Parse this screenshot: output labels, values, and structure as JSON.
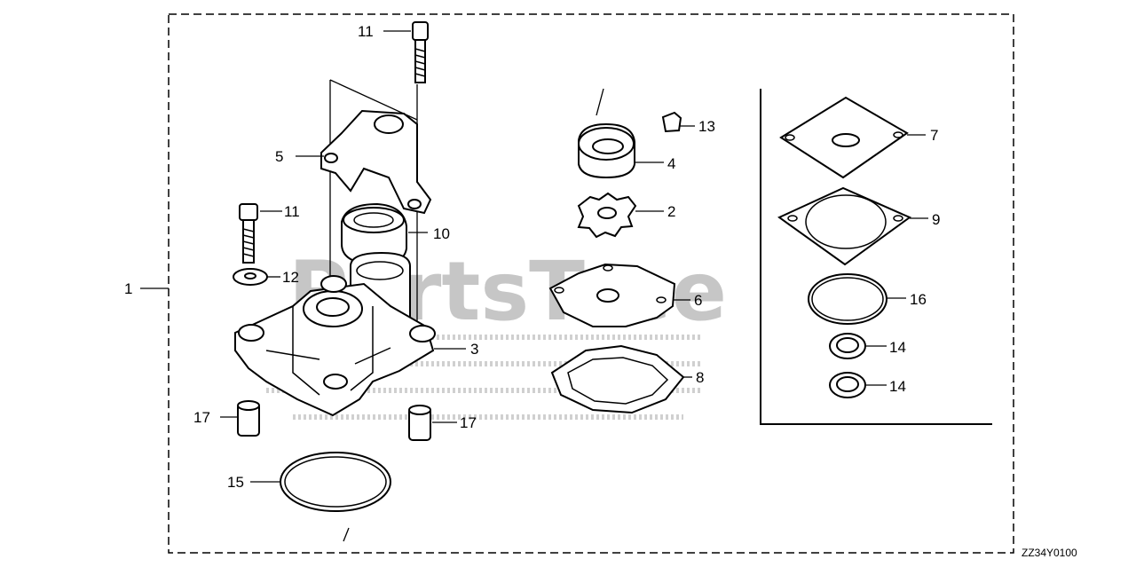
{
  "diagram_code": "ZZ34Y0100",
  "watermark": "PartsTree",
  "callouts": {
    "p1": "1",
    "p2": "2",
    "p3": "3",
    "p4": "4",
    "p5": "5",
    "p6": "6",
    "p7": "7",
    "p8": "8",
    "p9": "9",
    "p10": "10",
    "p11a": "11",
    "p11b": "11",
    "p12": "12",
    "p13": "13",
    "p14a": "14",
    "p14b": "14",
    "p15": "15",
    "p16": "16",
    "p17a": "17",
    "p17b": "17"
  },
  "colors": {
    "line": "#000000",
    "watermark": "#bdbdbd",
    "background": "#ffffff"
  }
}
